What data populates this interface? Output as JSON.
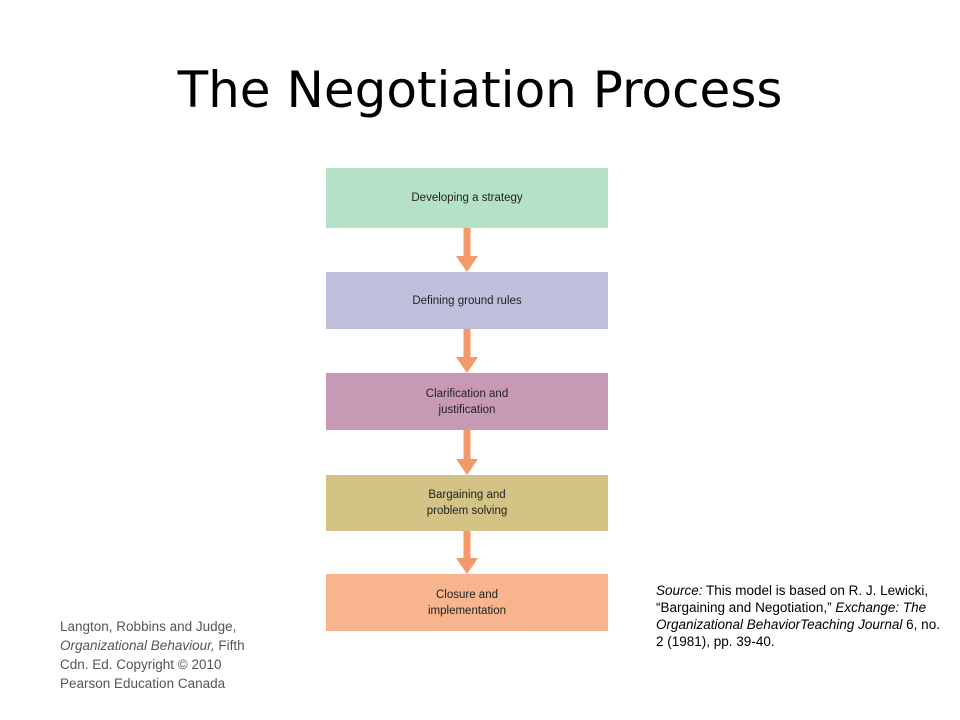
{
  "title": "The Negotiation Process",
  "steps": [
    {
      "lines": [
        "Developing a strategy"
      ],
      "color": "#b5e1c9"
    },
    {
      "lines": [
        "Defining ground rules"
      ],
      "color": "#bfbfdc"
    },
    {
      "lines": [
        "Clarification and",
        "justification"
      ],
      "color": "#c899b4"
    },
    {
      "lines": [
        "Bargaining and",
        "problem solving"
      ],
      "color": "#d3c385"
    },
    {
      "lines": [
        "Closure and",
        "implementation"
      ],
      "color": "#f7b48e"
    }
  ],
  "arrow_color": "#f4996a",
  "source": {
    "label": "Source:",
    "text1": " This model is based on R. J. Lewicki, “Bargaining and Negotiation,” ",
    "journal": "Exchange: The Organizational BehaviorTeaching Journal",
    "text2": " 6, no. 2 (1981), pp. 39-40."
  },
  "credit": {
    "authors": "Langton, Robbins and Judge, ",
    "book": "Organizational Behaviour,",
    "rest": " Fifth Cdn. Ed. Copyright © 2010 Pearson Education Canada"
  }
}
